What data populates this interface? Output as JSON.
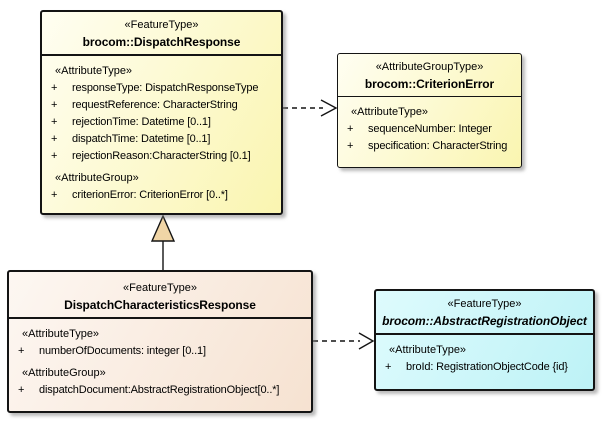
{
  "diagram": {
    "colors": {
      "yellow_fill": "#FAF5B0",
      "peach_fill": "#F6E2D1",
      "cyan_fill": "#BDF2F6",
      "triangle_fill": "#F0D5A6",
      "border": "#141414",
      "background": "#FFFFFF"
    },
    "classes": [
      {
        "stereotype": "«FeatureType»",
        "name": "brocom::DispatchResponse",
        "sections": [
          {
            "heading": "«AttributeType»",
            "attributes": [
              {
                "vis": "+",
                "text": "responseType: DispatchResponseType"
              },
              {
                "vis": "+",
                "text": "requestReference: CharacterString"
              },
              {
                "vis": "+",
                "text": "rejectionTime: Datetime [0..1]"
              },
              {
                "vis": "+",
                "text": "dispatchTime: Datetime [0..1]"
              },
              {
                "vis": "+",
                "text": "rejectionReason:CharacterString [0.1]"
              }
            ]
          },
          {
            "heading": "«AttributeGroup»",
            "attributes": [
              {
                "vis": "+",
                "text": "criterionError: CriterionError [0..*]"
              }
            ]
          }
        ]
      },
      {
        "stereotype": "«AttributeGroupType»",
        "name": "brocom::CriterionError",
        "sections": [
          {
            "heading": "«AttributeType»",
            "attributes": [
              {
                "vis": "+",
                "text": "sequenceNumber: Integer"
              },
              {
                "vis": "+",
                "text": "specification: CharacterString"
              }
            ]
          }
        ]
      },
      {
        "stereotype": "«FeatureType»",
        "name": "DispatchCharacteristicsResponse",
        "sections": [
          {
            "heading": "«AttributeType»",
            "attributes": [
              {
                "vis": "+",
                "text": "numberOfDocuments: integer [0..1]"
              }
            ]
          },
          {
            "heading": "«AttributeGroup»",
            "attributes": [
              {
                "vis": "+",
                "text": "dispatchDocument:AbstractRegistrationObject[0..*]"
              }
            ]
          }
        ]
      },
      {
        "stereotype": "«FeatureType»",
        "name": "brocom::AbstractRegistrationObject",
        "sections": [
          {
            "heading": "«AttributeType»",
            "attributes": [
              {
                "vis": "+",
                "text": "broId: RegistrationObjectCode {id}"
              }
            ]
          }
        ]
      }
    ],
    "relationships": [
      {
        "type": "dependency",
        "from": "brocom::DispatchResponse",
        "to": "brocom::CriterionError",
        "line": "dashed",
        "arrowhead": "open"
      },
      {
        "type": "generalization",
        "from": "DispatchCharacteristicsResponse",
        "to": "brocom::DispatchResponse",
        "line": "solid",
        "arrowhead": "triangle"
      },
      {
        "type": "dependency",
        "from": "DispatchCharacteristicsResponse",
        "to": "brocom::AbstractRegistrationObject",
        "line": "dashed",
        "arrowhead": "open"
      }
    ]
  }
}
